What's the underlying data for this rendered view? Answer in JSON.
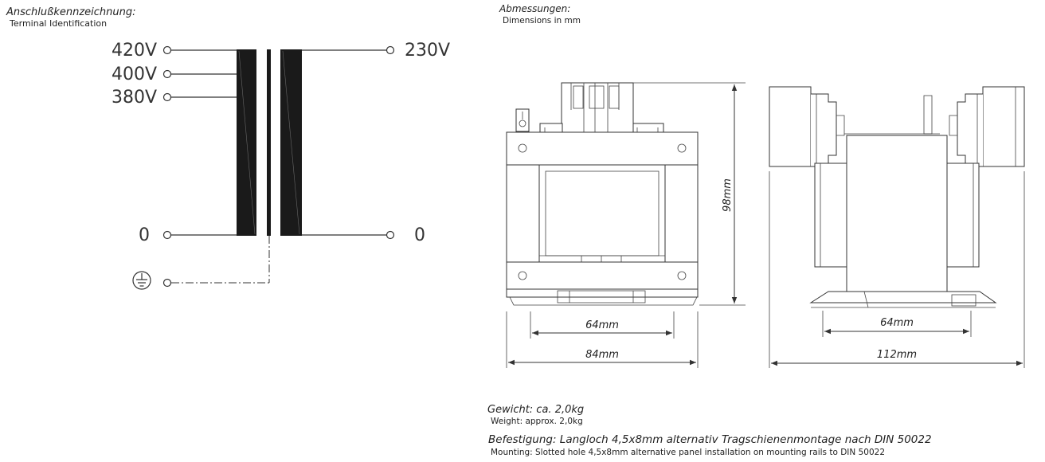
{
  "terminal_identification": {
    "title_de": "Anschlußkennzeichnung:",
    "title_en": "Terminal Identification",
    "primary": [
      "420V",
      "400V",
      "380V",
      "0"
    ],
    "secondary": [
      "230V",
      "0"
    ]
  },
  "dimensions": {
    "title_de": "Abmessungen:",
    "title_en": "Dimensions in mm",
    "height": "98mm",
    "front_inner": "64mm",
    "front_outer": "84mm",
    "side_inner": "64mm",
    "side_outer": "112mm"
  },
  "weight": {
    "de": "Gewicht: ca. 2,0kg",
    "en": "Weight: approx. 2,0kg"
  },
  "mounting": {
    "de": "Befestigung: Langloch 4,5x8mm alternativ Tragschienenmontage nach DIN 50022",
    "en": "Mounting: Slotted hole 4,5x8mm alternative panel installation on mounting rails to DIN 50022"
  }
}
